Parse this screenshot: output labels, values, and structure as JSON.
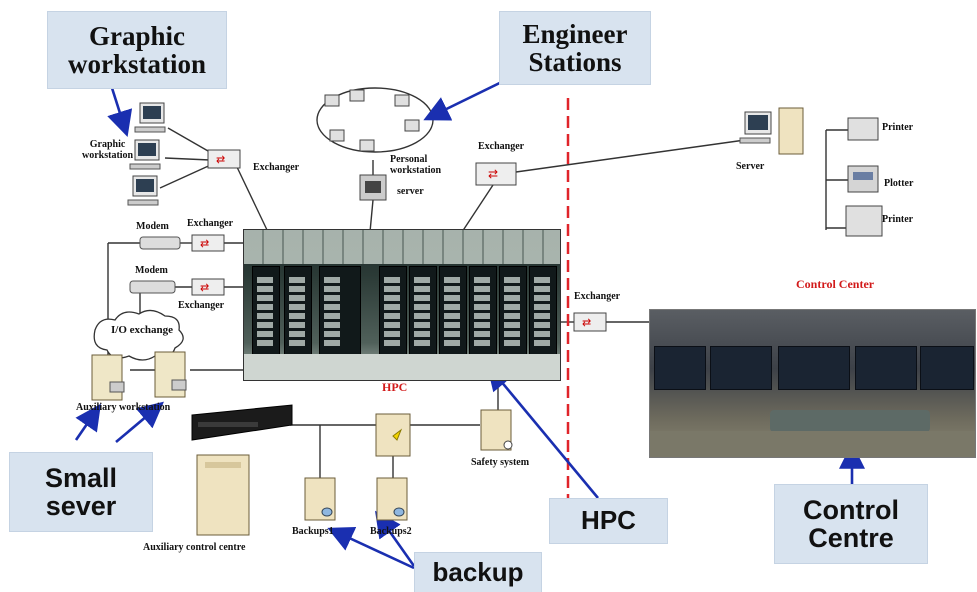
{
  "callouts": {
    "graphic_workstation": "Graphic\nworkstation",
    "engineer_stations": "Engineer\nStations",
    "small_sever": "Small\nsever",
    "hpc": "HPC",
    "backup": "backup",
    "control_centre": "Control\nCentre"
  },
  "labels": {
    "graphic_workstation_small": "Graphic\nworkstation",
    "exchanger_top_left": "Exchanger",
    "personal_workstation": "Personal\nworkstation",
    "server_mid": "server",
    "exchanger_top_mid": "Exchanger",
    "modem_1": "Modem",
    "exchanger_mid_left": "Exchanger",
    "modem_2": "Modem",
    "exchanger_low_left": "Exchanger",
    "io_exchange": "I/O exchange",
    "auxiliary_workstation": "Auxiliary workstation",
    "hpc_red": "HPC",
    "safety_system": "Safety system",
    "auxiliary_control_centre": "Auxiliary control centre",
    "backups1": "Backups1",
    "backups2": "Backups2",
    "server_right": "Server",
    "printer_1": "Printer",
    "plotter": "Plotter",
    "printer_2": "Printer",
    "control_center_red": "Control Center",
    "exchanger_right": "Exchanger"
  },
  "colors": {
    "arrow": "#1a2fb0",
    "divider": "#e0242a",
    "callout_bg": "#d8e3ef",
    "title_red": "#d21a1a"
  }
}
